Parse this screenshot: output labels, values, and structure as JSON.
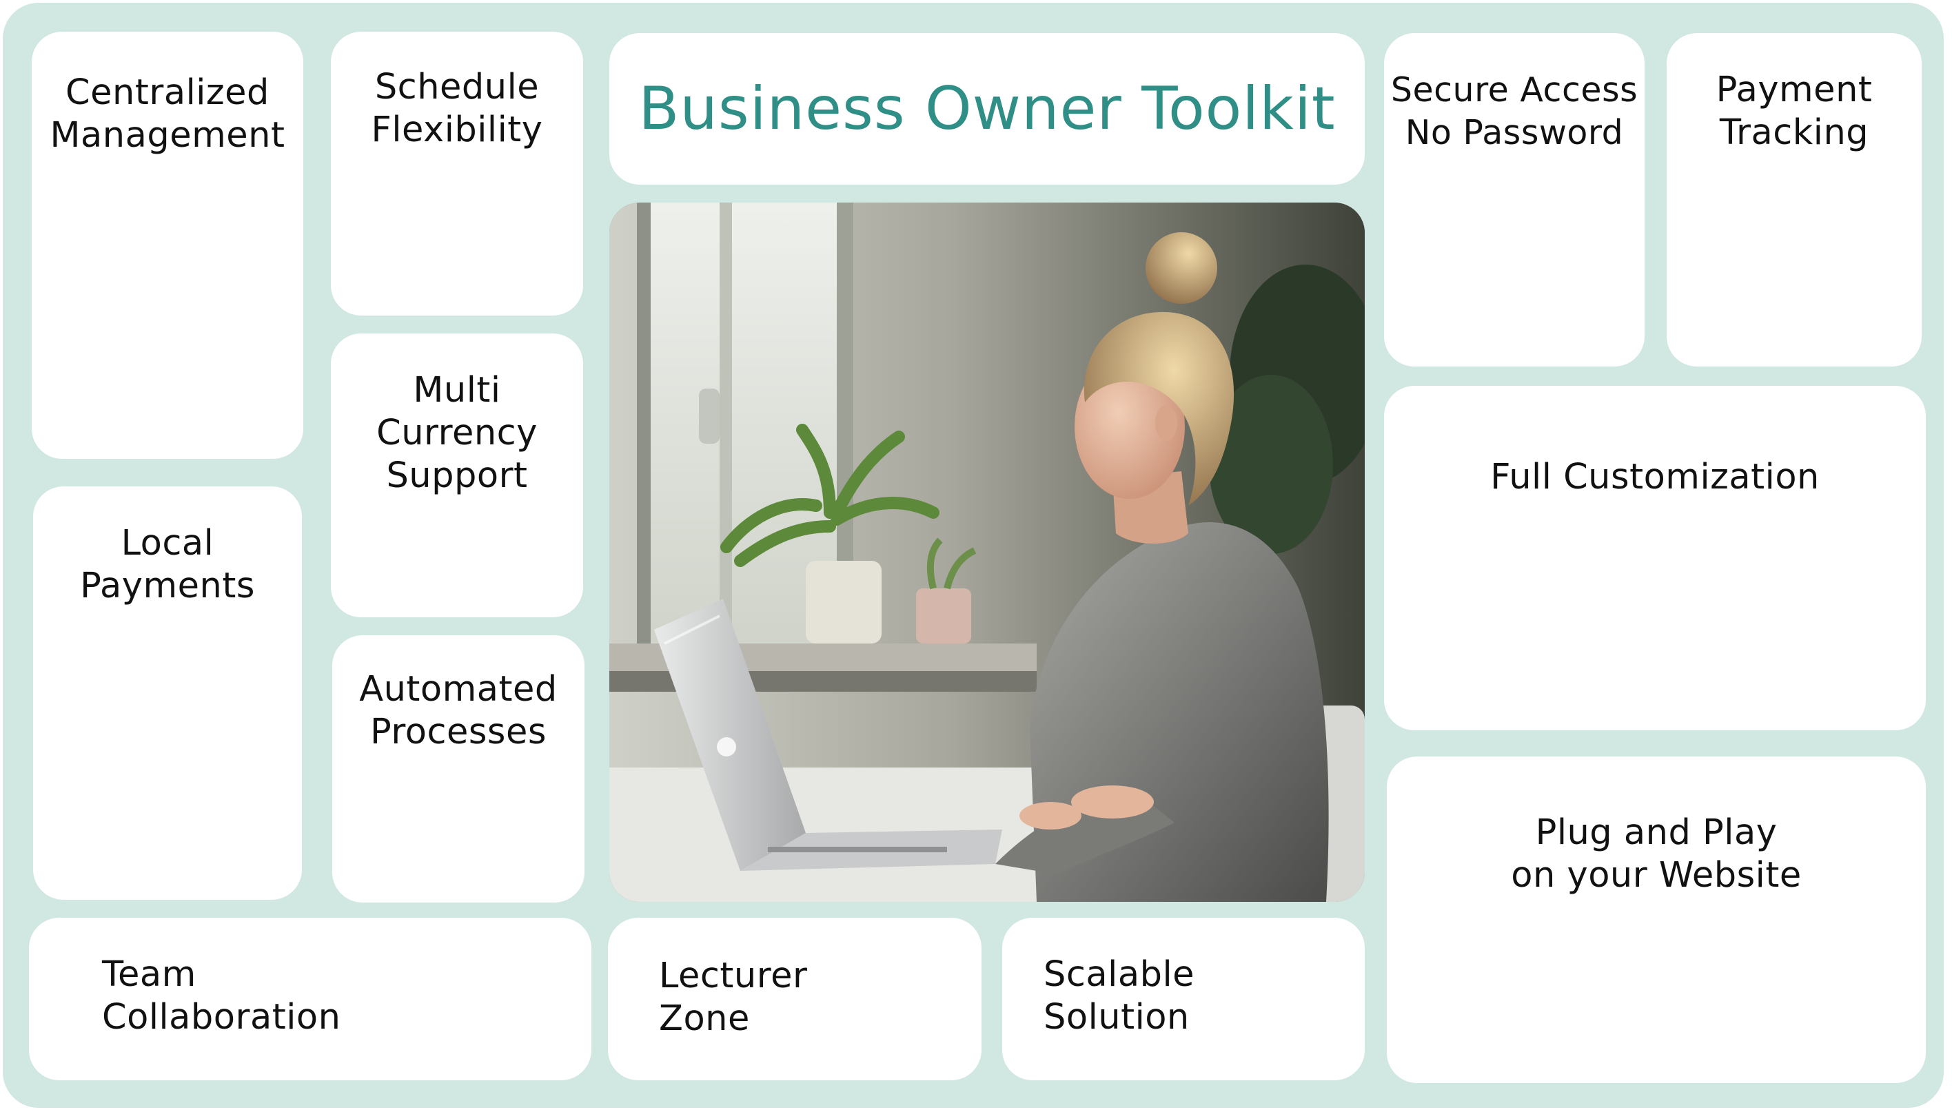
{
  "title": "Business Owner Toolkit",
  "features": {
    "centralized": "Centralized\nManagement",
    "schedule": "Schedule\nFlexibility",
    "secure": "Secure Access\nNo Password",
    "payment_tracking": "Payment\nTracking",
    "multi_currency": "Multi\nCurrency\nSupport",
    "local_payments": "Local\nPayments",
    "automated": "Automated\nProcesses",
    "full_customization": "Full Customization",
    "plug_and_play": "Plug and Play\non your Website",
    "team": "Team\nCollaboration",
    "lecturer": "Lecturer\nZone",
    "scalable": "Scalable\nSolution"
  },
  "colors": {
    "background": "#d0e7e2",
    "card": "#ffffff",
    "title": "#2f8f86",
    "text": "#111111"
  },
  "image": {
    "subject": "woman-working-on-laptop-photo"
  }
}
